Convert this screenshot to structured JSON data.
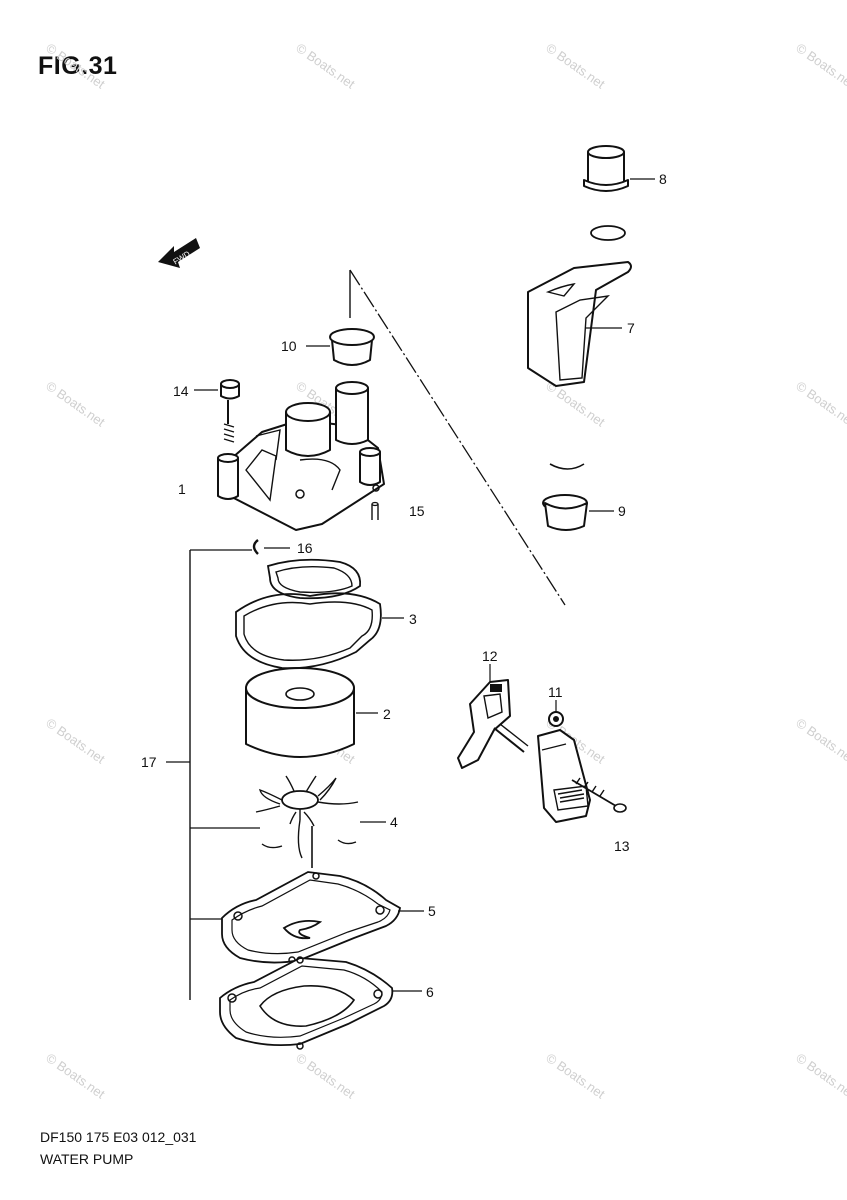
{
  "figure_title": "FIG.31",
  "footer": {
    "code": "DF150 175 E03 012_031",
    "name": "WATER PUMP"
  },
  "fwd_label": "FWD",
  "watermark": "© Boats.net",
  "callouts": {
    "c1": "1",
    "c2": "2",
    "c3": "3",
    "c4": "4",
    "c5": "5",
    "c6": "6",
    "c7": "7",
    "c8": "8",
    "c9": "9",
    "c10": "10",
    "c11": "11",
    "c12": "12",
    "c13": "13",
    "c14": "14",
    "c15": "15",
    "c16": "16",
    "c17": "17"
  },
  "colors": {
    "line": "#111111",
    "watermark": "#cfcfcf",
    "background": "#ffffff"
  }
}
